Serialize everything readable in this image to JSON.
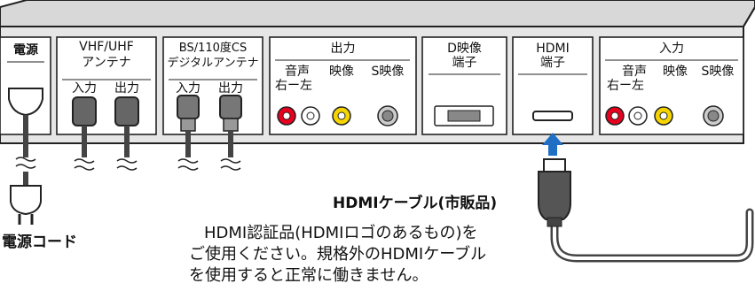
{
  "panel": {
    "power": {
      "title": "電源"
    },
    "vhf_uhf": {
      "title": "VHF/UHF",
      "subtitle": "アンテナ",
      "in": "入力",
      "out": "出力"
    },
    "bs_cs": {
      "title": "BS/110度CS",
      "subtitle": "デジタルアンテナ",
      "in": "入力",
      "out": "出力"
    },
    "output": {
      "title": "出力",
      "audio": "音声",
      "audio_rl": "右ー左",
      "video": "映像",
      "svideo": "S映像"
    },
    "d_video": {
      "title": "D映像",
      "subtitle": "端子"
    },
    "hdmi": {
      "title": "HDMI",
      "subtitle": "端子"
    },
    "input": {
      "title": "入力",
      "audio": "音声",
      "audio_rl": "右ー左",
      "video": "映像",
      "svideo": "S映像"
    }
  },
  "labels": {
    "power_cord": "電源コード",
    "hdmi_cable": "HDMIケーブル(市販品)"
  },
  "note": {
    "line1": "HDMI認証品(HDMIロゴのあるもの)を",
    "line2": "ご使用ください。規格外のHDMIケーブル",
    "line3": "を使用すると正常に働きません。"
  },
  "colors": {
    "panel": "#e6e6e6",
    "section": "#ffffff",
    "red_jack": "#e8001e",
    "yellow_jack": "#f5d400",
    "arrow": "#1f6fc4",
    "cable": "#555555"
  }
}
